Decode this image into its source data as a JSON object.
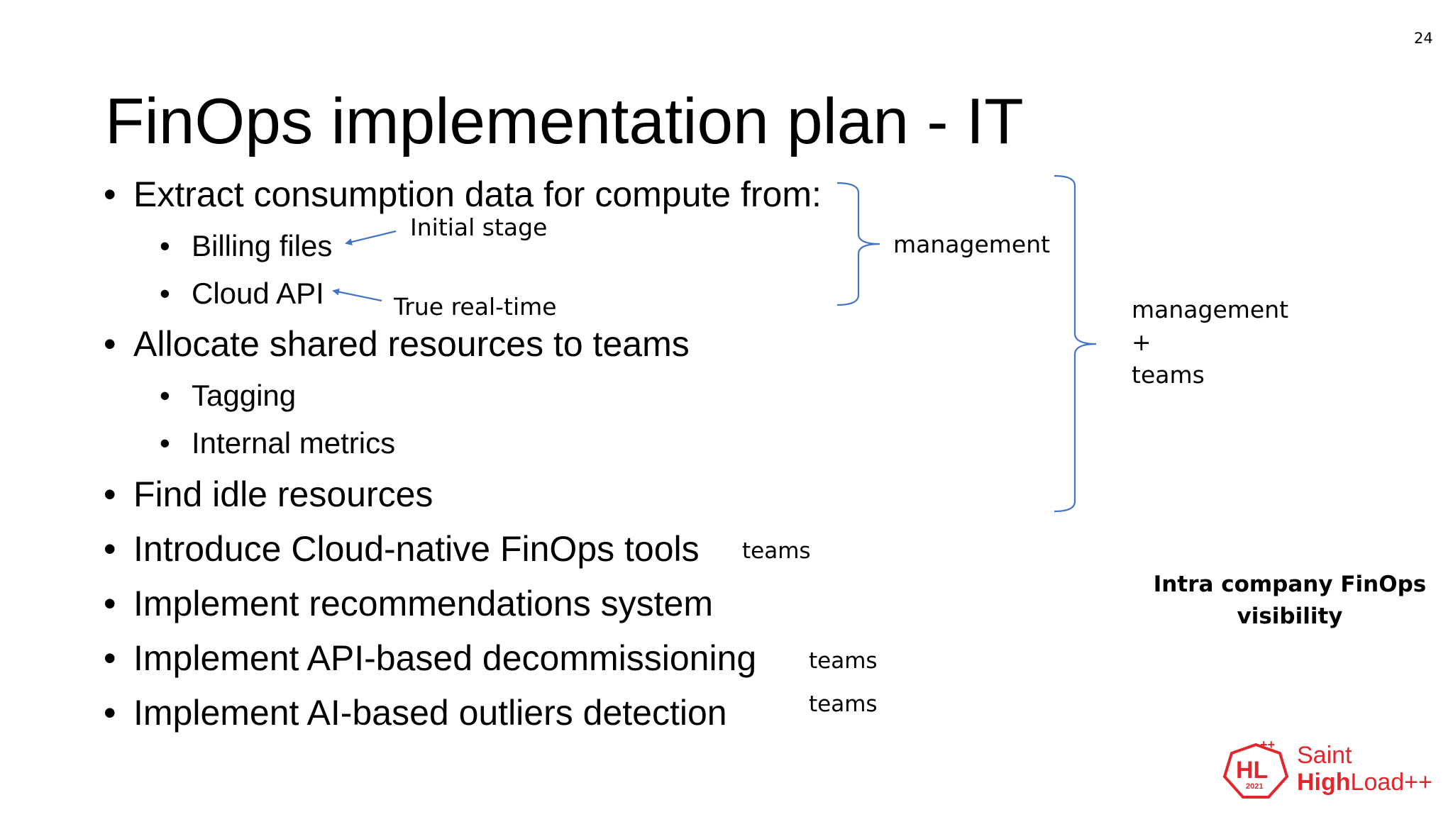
{
  "slide": {
    "page_number": "24",
    "title": "FinOps implementation plan - IT",
    "bullets": [
      {
        "text": "Extract consumption data for compute from:"
      },
      {
        "text": "Billing files"
      },
      {
        "text": "Cloud API"
      },
      {
        "text": "Allocate shared resources to teams"
      },
      {
        "text": "Tagging"
      },
      {
        "text": "Internal metrics"
      },
      {
        "text": "Find idle resources"
      },
      {
        "text": "Introduce Cloud-native FinOps tools"
      },
      {
        "text": "Implement recommendations system"
      },
      {
        "text": "Implement API-based decommissioning"
      },
      {
        "text": "Implement AI-based outliers detection"
      }
    ],
    "bullet_glyph": "•",
    "annotations": {
      "initial_stage": "Initial stage",
      "true_real_time": "True real-time",
      "management_1": "management",
      "management_2_line1": "management",
      "management_2_line2": "+",
      "management_2_line3": "teams",
      "teams_tools": "teams",
      "teams_decommissioning": "teams",
      "teams_outliers": "teams"
    },
    "visibility_note_line1": "Intra company FinOps",
    "visibility_note_line2": "visibility",
    "accent_color": "#4472c4"
  },
  "logo": {
    "badge_text": "HL",
    "badge_plus": "++",
    "badge_year": "2021",
    "name_line1": "Saint",
    "name_line2_bold": "High",
    "name_line2_rest": "Load++",
    "color": "#e3262b"
  }
}
